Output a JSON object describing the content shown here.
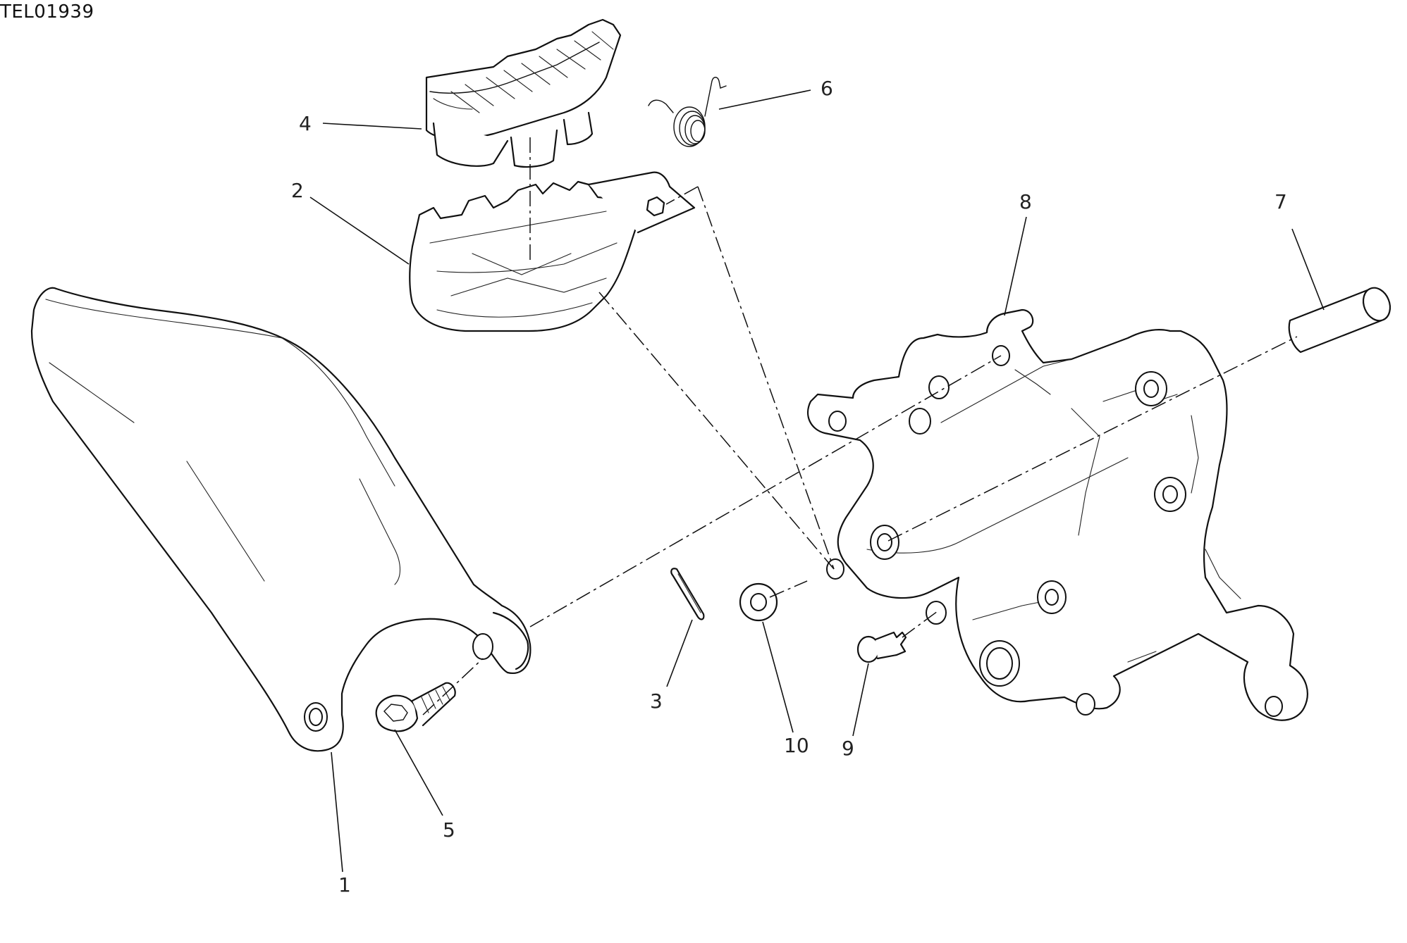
{
  "drawing_code": "TEL01939",
  "callouts": {
    "part1": "1",
    "part2": "2",
    "part3": "3",
    "part4": "4",
    "part5": "5",
    "part6": "6",
    "part7": "7",
    "part8": "8",
    "part9": "9",
    "part10": "10"
  }
}
